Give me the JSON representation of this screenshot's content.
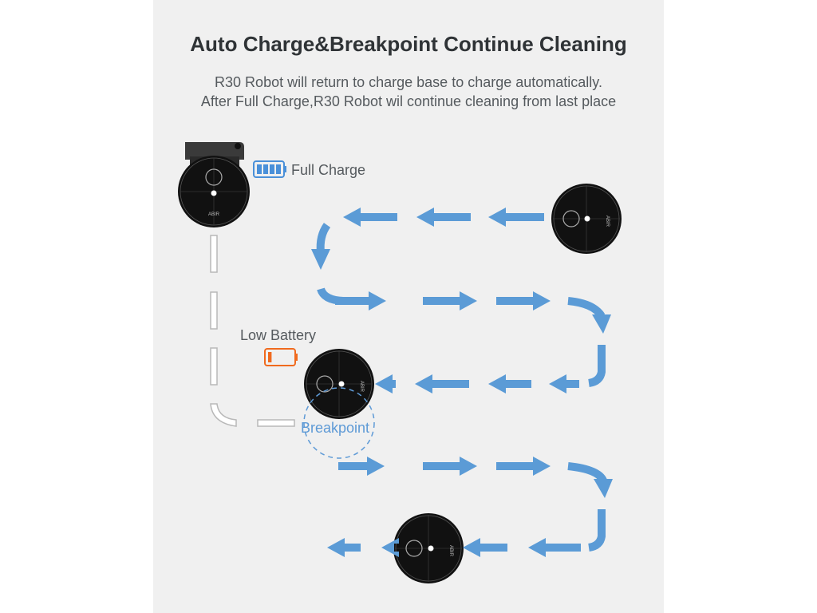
{
  "title": "Auto Charge&Breakpoint Continue Cleaning",
  "subtitle_line1": "R30 Robot will return to charge base to charge automatically.",
  "subtitle_line2": "After Full Charge,R30 Robot wil continue cleaning from last place",
  "full_charge_label": "Full Charge",
  "low_battery_label": "Low Battery",
  "breakpoint_label": "Breakpoint",
  "robot_brand": "ABIR",
  "colors": {
    "arrow": "#5b9bd6",
    "title": "#2f3336",
    "text": "#555a5e",
    "full_battery": "#4a90d9",
    "low_battery": "#f06a1e",
    "robot": "#111111",
    "panel": "#f0f0f0"
  },
  "battery_full_level": 1.0,
  "battery_low_level": 0.2
}
